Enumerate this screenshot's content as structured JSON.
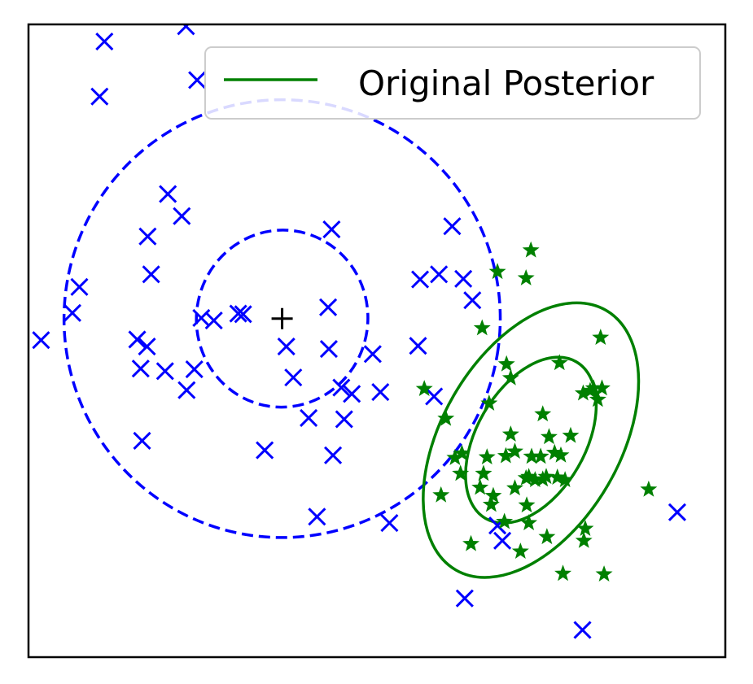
{
  "chart_data": {
    "type": "scatter",
    "title": "",
    "xlabel": "",
    "ylabel": "",
    "xlim": [
      0,
      100
    ],
    "ylim": [
      0,
      100
    ],
    "grid": false,
    "axis_ticks": false,
    "legend": {
      "placement": "top-right",
      "entries": [
        "Original Posterior"
      ]
    },
    "colors": {
      "blue": "#0000ff",
      "green": "#008000",
      "black": "#000000"
    },
    "series": [
      {
        "marker": "x",
        "color": "#0000ff",
        "points": [
          [
            10.9,
            97.3
          ],
          [
            22.6,
            99.7
          ],
          [
            24.2,
            91.2
          ],
          [
            10.2,
            88.6
          ],
          [
            20.0,
            73.2
          ],
          [
            22.0,
            69.7
          ],
          [
            17.1,
            66.5
          ],
          [
            17.6,
            60.5
          ],
          [
            7.3,
            58.5
          ],
          [
            6.3,
            54.4
          ],
          [
            1.8,
            50.1
          ],
          [
            15.6,
            50.2
          ],
          [
            17.0,
            49.1
          ],
          [
            24.8,
            53.6
          ],
          [
            26.6,
            53.2
          ],
          [
            30.1,
            54.3
          ],
          [
            30.8,
            54.2
          ],
          [
            43.0,
            55.3
          ],
          [
            37.0,
            49.1
          ],
          [
            43.1,
            48.7
          ],
          [
            43.5,
            67.6
          ],
          [
            60.8,
            68.1
          ],
          [
            56.2,
            59.7
          ],
          [
            58.9,
            60.5
          ],
          [
            62.4,
            59.8
          ],
          [
            63.7,
            56.4
          ],
          [
            55.9,
            49.2
          ],
          [
            49.4,
            47.9
          ],
          [
            16.1,
            45.6
          ],
          [
            19.6,
            45.2
          ],
          [
            23.8,
            45.5
          ],
          [
            22.7,
            42.2
          ],
          [
            38.0,
            44.2
          ],
          [
            44.9,
            42.6
          ],
          [
            46.4,
            41.6
          ],
          [
            50.5,
            41.9
          ],
          [
            58.2,
            41.2
          ],
          [
            40.2,
            37.8
          ],
          [
            45.3,
            37.6
          ],
          [
            16.3,
            34.2
          ],
          [
            33.9,
            32.7
          ],
          [
            43.7,
            31.9
          ],
          [
            41.4,
            22.2
          ],
          [
            51.8,
            21.2
          ],
          [
            67.3,
            20.8
          ],
          [
            68.0,
            18.4
          ],
          [
            62.6,
            9.3
          ],
          [
            79.5,
            4.3
          ],
          [
            93.1,
            22.9
          ]
        ]
      },
      {
        "marker": "star",
        "color": "#008000",
        "points": [
          [
            72.1,
            64.3
          ],
          [
            71.4,
            59.9
          ],
          [
            67.3,
            60.9
          ],
          [
            65.1,
            52.0
          ],
          [
            82.1,
            50.5
          ],
          [
            76.2,
            46.5
          ],
          [
            68.6,
            46.3
          ],
          [
            69.2,
            44.1
          ],
          [
            56.8,
            42.4
          ],
          [
            79.6,
            41.7
          ],
          [
            80.6,
            42.1
          ],
          [
            81.1,
            42.5
          ],
          [
            82.3,
            42.5
          ],
          [
            81.7,
            40.7
          ],
          [
            66.1,
            40.1
          ],
          [
            73.8,
            38.4
          ],
          [
            74.7,
            34.8
          ],
          [
            59.9,
            37.7
          ],
          [
            77.8,
            35.0
          ],
          [
            61.2,
            31.5
          ],
          [
            62.2,
            32.2
          ],
          [
            65.8,
            31.6
          ],
          [
            68.5,
            31.8
          ],
          [
            69.8,
            32.5
          ],
          [
            72.2,
            31.7
          ],
          [
            73.5,
            31.7
          ],
          [
            75.5,
            32.3
          ],
          [
            76.4,
            31.9
          ],
          [
            62.0,
            29.0
          ],
          [
            65.3,
            29.0
          ],
          [
            71.4,
            28.3
          ],
          [
            71.8,
            28.5
          ],
          [
            72.7,
            28.0
          ],
          [
            73.8,
            28.1
          ],
          [
            74.3,
            28.5
          ],
          [
            75.9,
            28.4
          ],
          [
            77.0,
            28.0
          ],
          [
            69.8,
            26.7
          ],
          [
            64.8,
            26.8
          ],
          [
            66.7,
            25.5
          ],
          [
            59.2,
            25.6
          ],
          [
            66.4,
            24.1
          ],
          [
            71.5,
            24.0
          ],
          [
            89.0,
            26.5
          ],
          [
            68.3,
            21.4
          ],
          [
            71.8,
            21.2
          ],
          [
            74.4,
            19.0
          ],
          [
            79.7,
            18.4
          ],
          [
            63.5,
            17.9
          ],
          [
            70.6,
            16.7
          ],
          [
            76.7,
            13.2
          ],
          [
            82.6,
            13.1
          ],
          [
            79.9,
            20.3
          ],
          [
            69.2,
            35.2
          ]
        ]
      },
      {
        "marker": "plus",
        "color": "#000000",
        "points": [
          [
            36.4,
            53.5
          ]
        ]
      }
    ],
    "ellipses": [
      {
        "color": "#0000ff",
        "style": "dashed",
        "center": [
          36.4,
          53.5
        ],
        "rx": 12.3,
        "ry": 14.0,
        "rotation_deg": 8
      },
      {
        "color": "#0000ff",
        "style": "dashed",
        "center": [
          36.4,
          53.5
        ],
        "rx": 31.3,
        "ry": 34.6,
        "rotation_deg": 8
      },
      {
        "color": "#008000",
        "style": "solid",
        "center": [
          72.1,
          34.3
        ],
        "rx": 7.8,
        "ry": 14.3,
        "rotation_deg": 30
      },
      {
        "color": "#008000",
        "style": "solid",
        "center": [
          72.1,
          34.3
        ],
        "rx": 12.8,
        "ry": 23.7,
        "rotation_deg": 30
      }
    ]
  }
}
